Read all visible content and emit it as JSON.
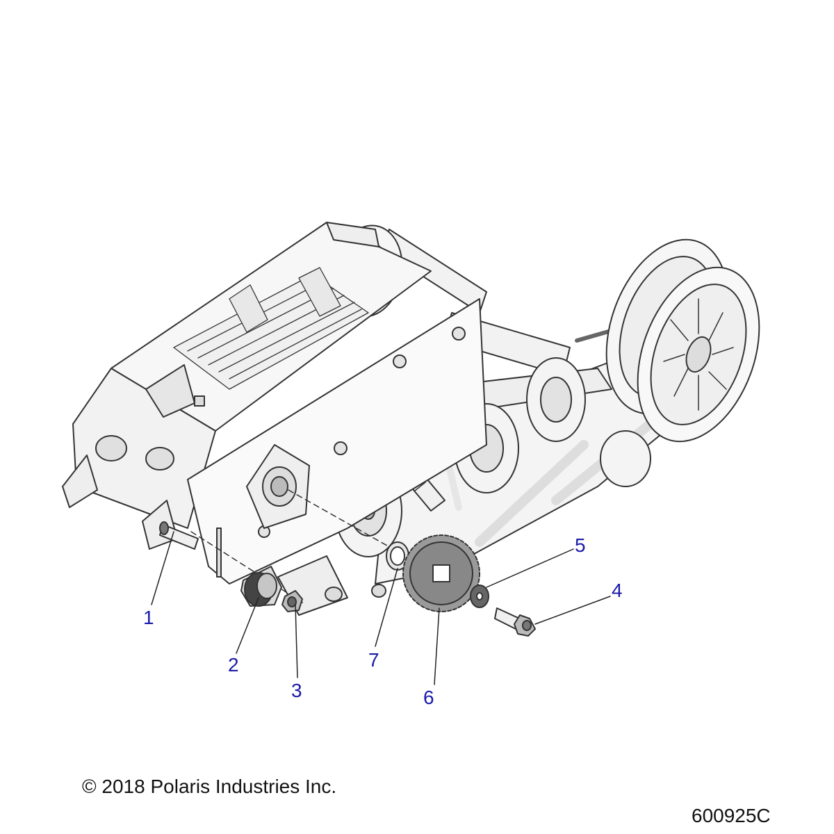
{
  "callouts": [
    "1",
    "2",
    "3",
    "4",
    "5",
    "6",
    "7"
  ],
  "copyright": "© 2018 Polaris Industries Inc.",
  "part_number": "600925C",
  "colors": {
    "callout": "#1a1aa8",
    "outline": "#333333",
    "fill_light": "#efefef",
    "fill_mid": "#dddddd",
    "fill_dark": "#555555"
  }
}
